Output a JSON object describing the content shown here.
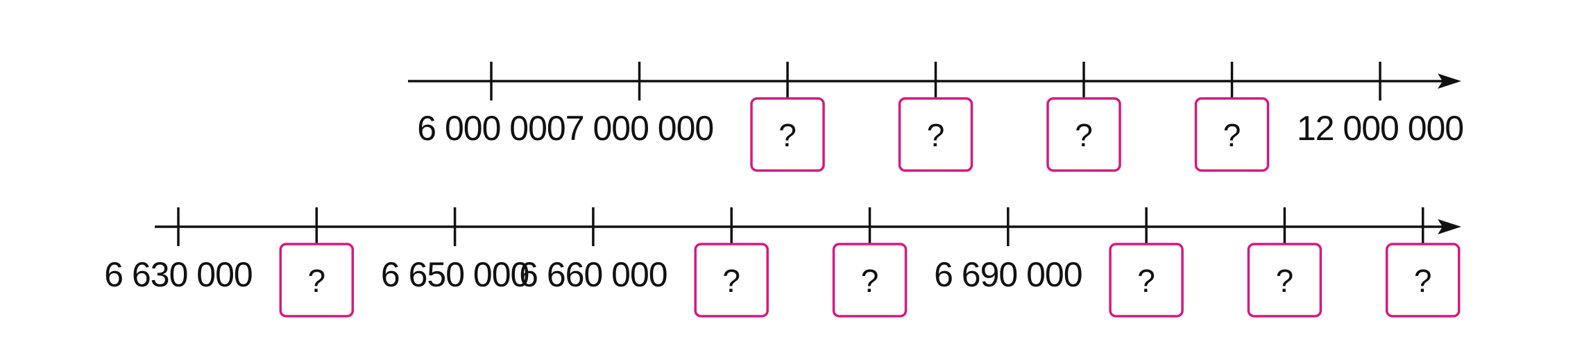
{
  "colors": {
    "line": "#111111",
    "box_border": "#d6197c",
    "text": "#111111",
    "background": "#ffffff"
  },
  "number_lines": [
    {
      "name": "number-line-millions",
      "ticks": [
        {
          "label": "6 000 000",
          "hidden": false
        },
        {
          "label": "7 000 000",
          "hidden": false
        },
        {
          "label": "?",
          "hidden": true
        },
        {
          "label": "?",
          "hidden": true
        },
        {
          "label": "?",
          "hidden": true
        },
        {
          "label": "?",
          "hidden": true
        },
        {
          "label": "12 000 000",
          "hidden": false
        }
      ]
    },
    {
      "name": "number-line-ten-thousands",
      "ticks": [
        {
          "label": "6 630 000",
          "hidden": false
        },
        {
          "label": "?",
          "hidden": true
        },
        {
          "label": "6 650 000",
          "hidden": false
        },
        {
          "label": "6 660 000",
          "hidden": false
        },
        {
          "label": "?",
          "hidden": true
        },
        {
          "label": "?",
          "hidden": true
        },
        {
          "label": "6 690 000",
          "hidden": false
        },
        {
          "label": "?",
          "hidden": true
        },
        {
          "label": "?",
          "hidden": true
        },
        {
          "label": "?",
          "hidden": true
        }
      ]
    }
  ]
}
